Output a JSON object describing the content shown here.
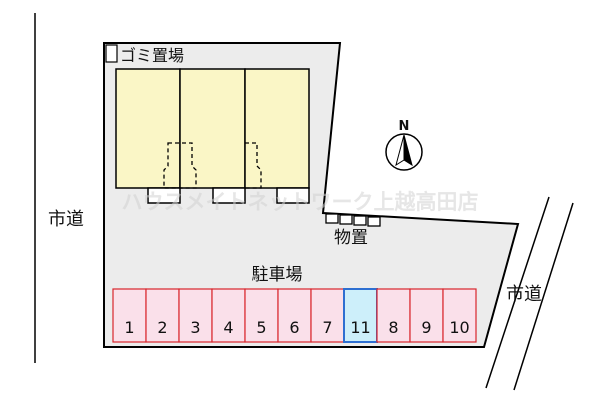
{
  "labels": {
    "garbage_area": "ゴミ置場",
    "storage": "物置",
    "parking": "駐車場",
    "city_road_left": "市道",
    "city_road_right": "市道",
    "north": "N"
  },
  "parking_slots": [
    "1",
    "2",
    "3",
    "4",
    "5",
    "6",
    "7",
    "11",
    "8",
    "9",
    "10"
  ],
  "highlighted_slot": "11",
  "watermark": "ハウスメイトネットワーク上越高田店",
  "colors": {
    "lot_fill": "#ececec",
    "building_fill": "#faf6c6",
    "slot_fill": "#fae0ea",
    "slot_border": "#d9262c",
    "highlight_fill": "#cdeffa",
    "highlight_border": "#2e6fd1",
    "line": "#000000"
  }
}
